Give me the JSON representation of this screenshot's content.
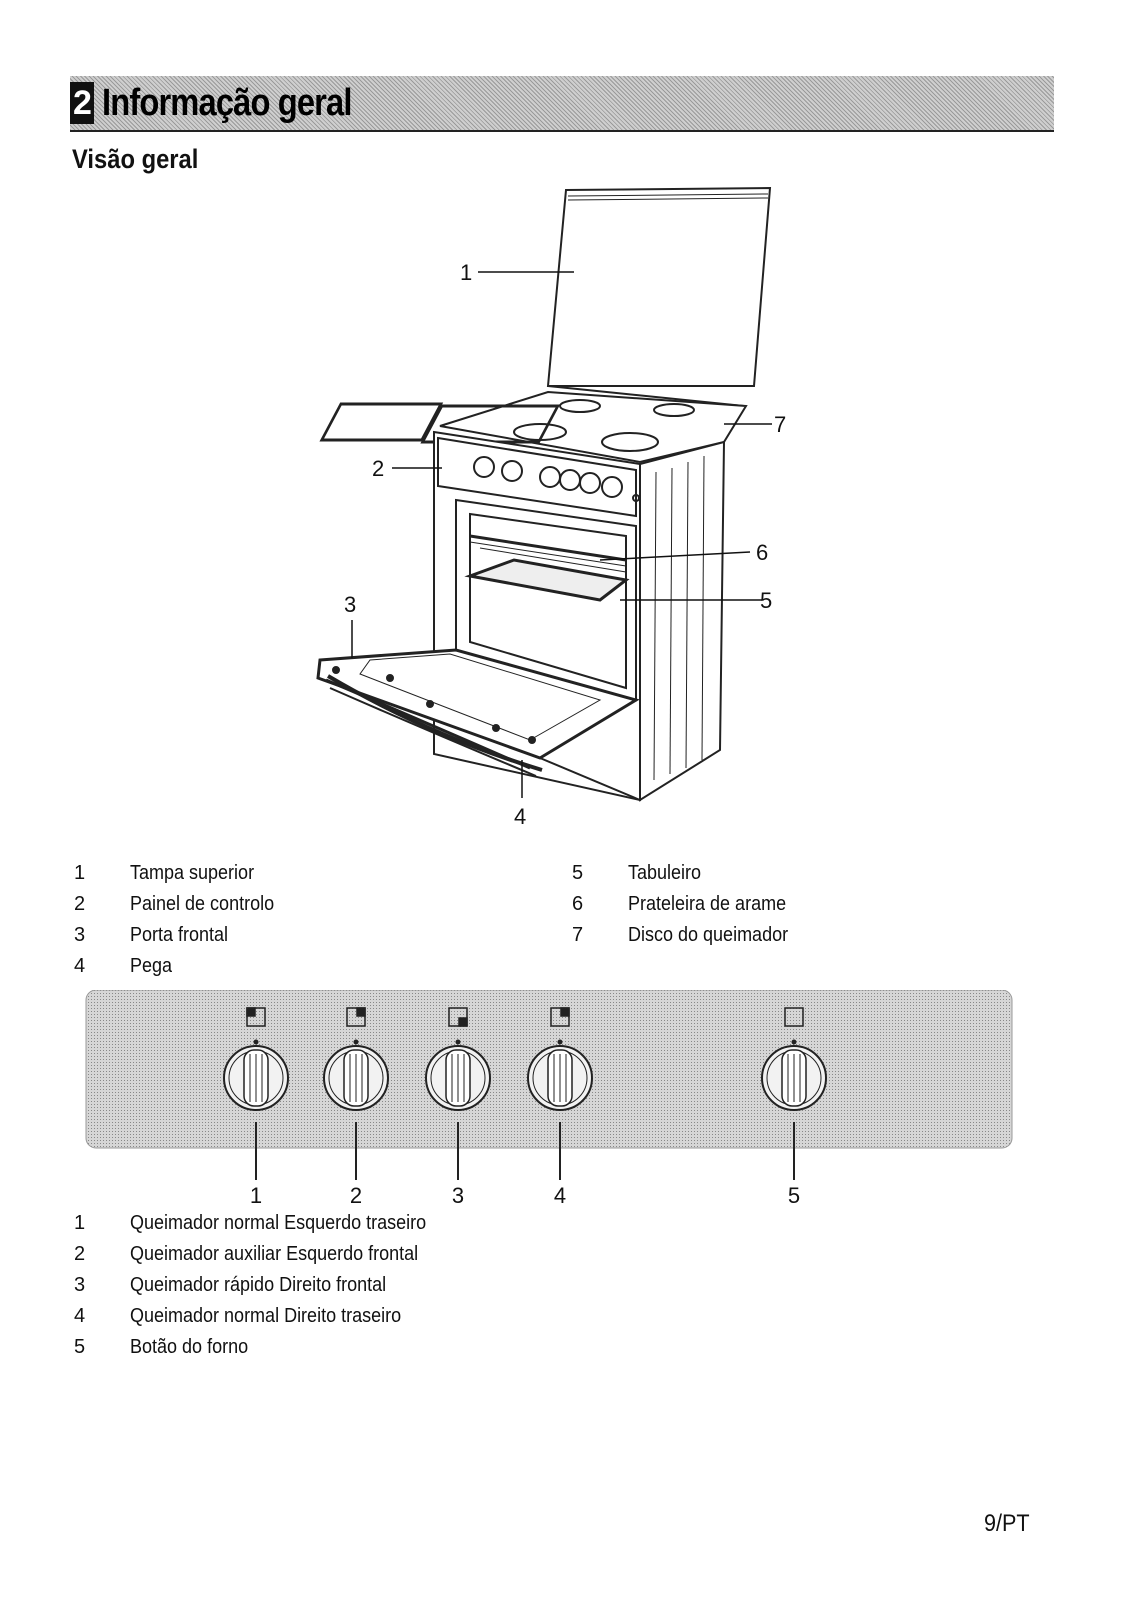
{
  "header": {
    "chapter_number": "2",
    "chapter_title": "Informação geral"
  },
  "section_title": "Visão geral",
  "oven_callouts": [
    "1",
    "2",
    "3",
    "4",
    "5",
    "6",
    "7"
  ],
  "oven_legend_left": [
    {
      "num": "1",
      "label": "Tampa superior"
    },
    {
      "num": "2",
      "label": "Painel de controlo"
    },
    {
      "num": "3",
      "label": "Porta frontal"
    },
    {
      "num": "4",
      "label": "Pega"
    }
  ],
  "oven_legend_right": [
    {
      "num": "5",
      "label": "Tabuleiro"
    },
    {
      "num": "6",
      "label": "Prateleira de arame"
    },
    {
      "num": "7",
      "label": "Disco do queimador"
    }
  ],
  "knob_callouts": [
    "1",
    "2",
    "3",
    "4",
    "5"
  ],
  "knob_legend": [
    {
      "num": "1",
      "label": "Queimador normal Esquerdo traseiro"
    },
    {
      "num": "2",
      "label": "Queimador auxiliar Esquerdo frontal"
    },
    {
      "num": "3",
      "label": "Queimador rápido Direito frontal"
    },
    {
      "num": "4",
      "label": "Queimador normal Direito traseiro"
    },
    {
      "num": "5",
      "label": "Botão do forno"
    }
  ],
  "page_number": "9/PT"
}
